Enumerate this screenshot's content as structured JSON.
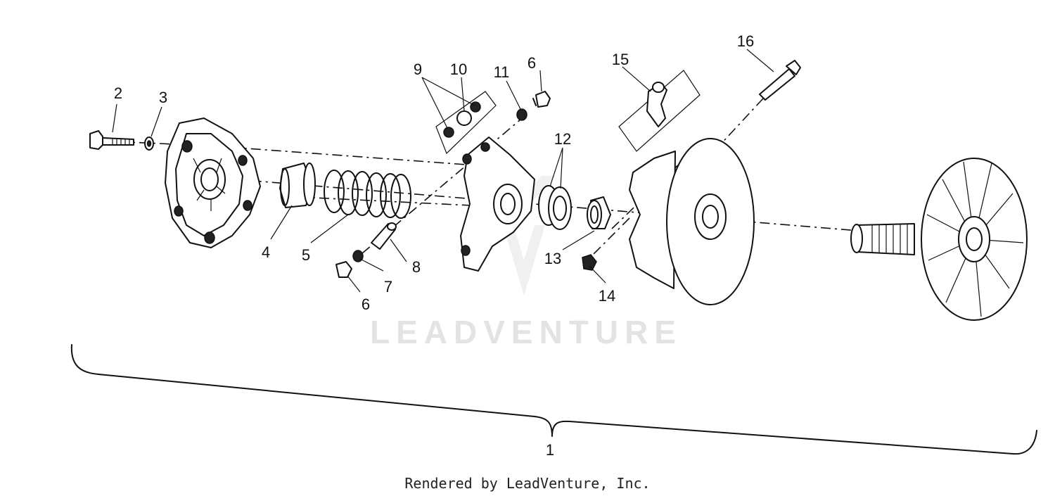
{
  "callouts": {
    "c1": "1",
    "c2": "2",
    "c3": "3",
    "c4": "4",
    "c5": "5",
    "c6a": "6",
    "c6b": "6",
    "c7": "7",
    "c8": "8",
    "c9": "9",
    "c10": "10",
    "c11": "11",
    "c12": "12",
    "c13": "13",
    "c14": "14",
    "c15": "15",
    "c16": "16"
  },
  "watermark": "LEADVENTURE",
  "footer": "Rendered by LeadVenture, Inc."
}
